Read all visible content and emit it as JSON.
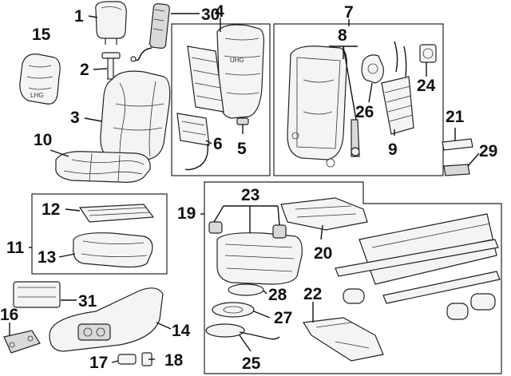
{
  "callouts": {
    "c1": "1",
    "c2": "2",
    "c3": "3",
    "c4": "4",
    "c5": "5",
    "c6": "6",
    "c7": "7",
    "c8": "8",
    "c9": "9",
    "c10": "10",
    "c11": "11",
    "c12": "12",
    "c13": "13",
    "c14": "14",
    "c15": "15",
    "c16": "16",
    "c17": "17",
    "c18": "18",
    "c19": "19",
    "c20": "20",
    "c21": "21",
    "c22": "22",
    "c23": "23",
    "c24": "24",
    "c25": "25",
    "c26": "26",
    "c27": "27",
    "c28": "28",
    "c29": "29",
    "c30": "30",
    "c31": "31"
  },
  "part_markings": {
    "part15": "LHG",
    "part4": "UHG"
  }
}
